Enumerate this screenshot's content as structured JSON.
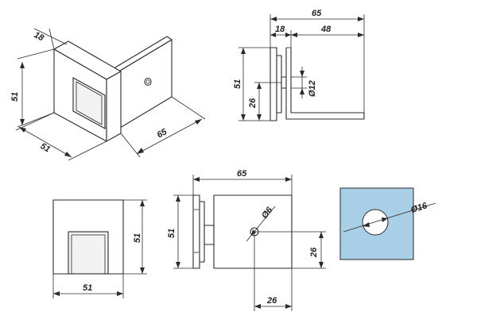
{
  "views": {
    "isometric": {
      "dims": {
        "thickness": "18",
        "height": "51",
        "width": "51",
        "length": "65"
      }
    },
    "top": {
      "dims": {
        "overall": "65",
        "thickness": "18",
        "body": "48",
        "height": "51",
        "offset": "26",
        "bolt_dia": "Ø12"
      }
    },
    "front": {
      "dims": {
        "width": "51",
        "height": "51"
      }
    },
    "side": {
      "dims": {
        "overall": "65",
        "height": "51",
        "hole_dia": "Ø6",
        "hole_y": "26",
        "hole_x": "26"
      }
    },
    "glass": {
      "dims": {
        "hole_dia": "Ø16"
      },
      "colors": {
        "fill": "#a9cfe6"
      }
    }
  }
}
